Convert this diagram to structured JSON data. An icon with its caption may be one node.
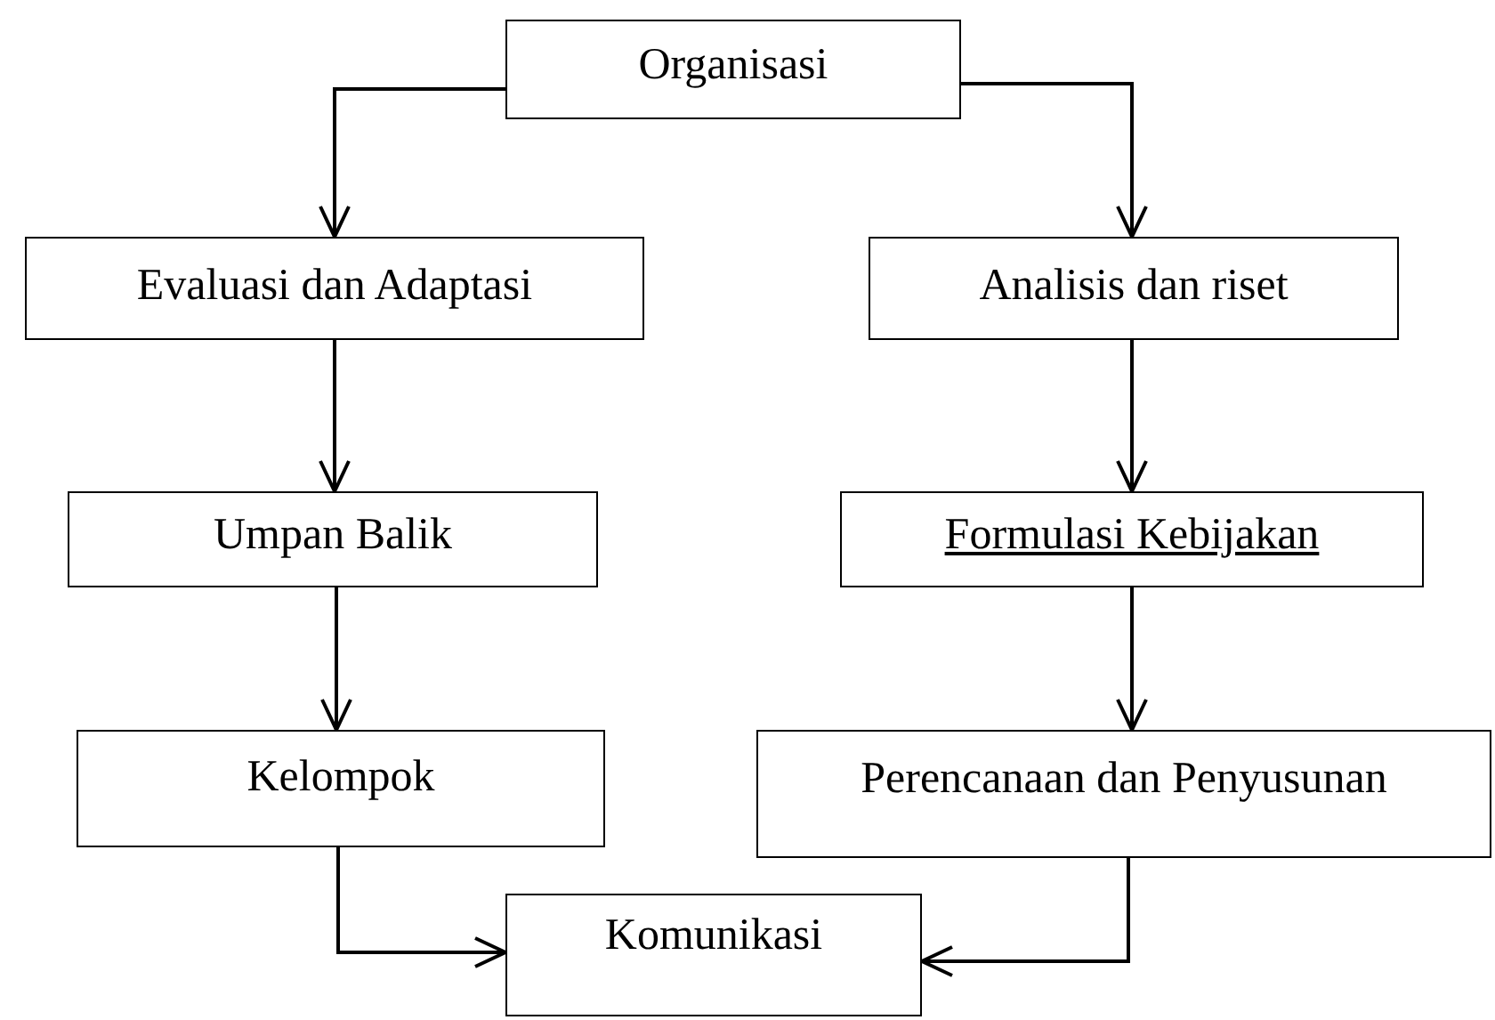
{
  "diagram": {
    "nodes": [
      {
        "text": [
          "Organisasi"
        ]
      },
      {
        "text": [
          "Evaluasi dan Adaptasi"
        ]
      },
      {
        "text": [
          "Analisis dan riset"
        ]
      },
      {
        "text": [
          "Umpan Balik"
        ]
      },
      {
        "text": [
          "Formulasi Kebijakan"
        ]
      },
      {
        "text": [
          "Kelompok"
        ]
      },
      {
        "text": [
          "Perencanaan dan Penyusunan"
        ]
      },
      {
        "text": [
          "Komunikasi"
        ]
      }
    ],
    "edges": [
      {
        "from": 0,
        "to": 1,
        "arrow": "to"
      },
      {
        "from": 0,
        "to": 2,
        "arrow": "to"
      },
      {
        "from": 1,
        "to": 3,
        "arrow": "to"
      },
      {
        "from": 2,
        "to": 4,
        "arrow": "to"
      },
      {
        "from": 3,
        "to": 5,
        "arrow": "to"
      },
      {
        "from": 4,
        "to": 6,
        "arrow": "to"
      },
      {
        "from": 5,
        "to": 7,
        "arrow": "to"
      },
      {
        "from": 6,
        "to": 7,
        "arrow": "to"
      }
    ]
  }
}
